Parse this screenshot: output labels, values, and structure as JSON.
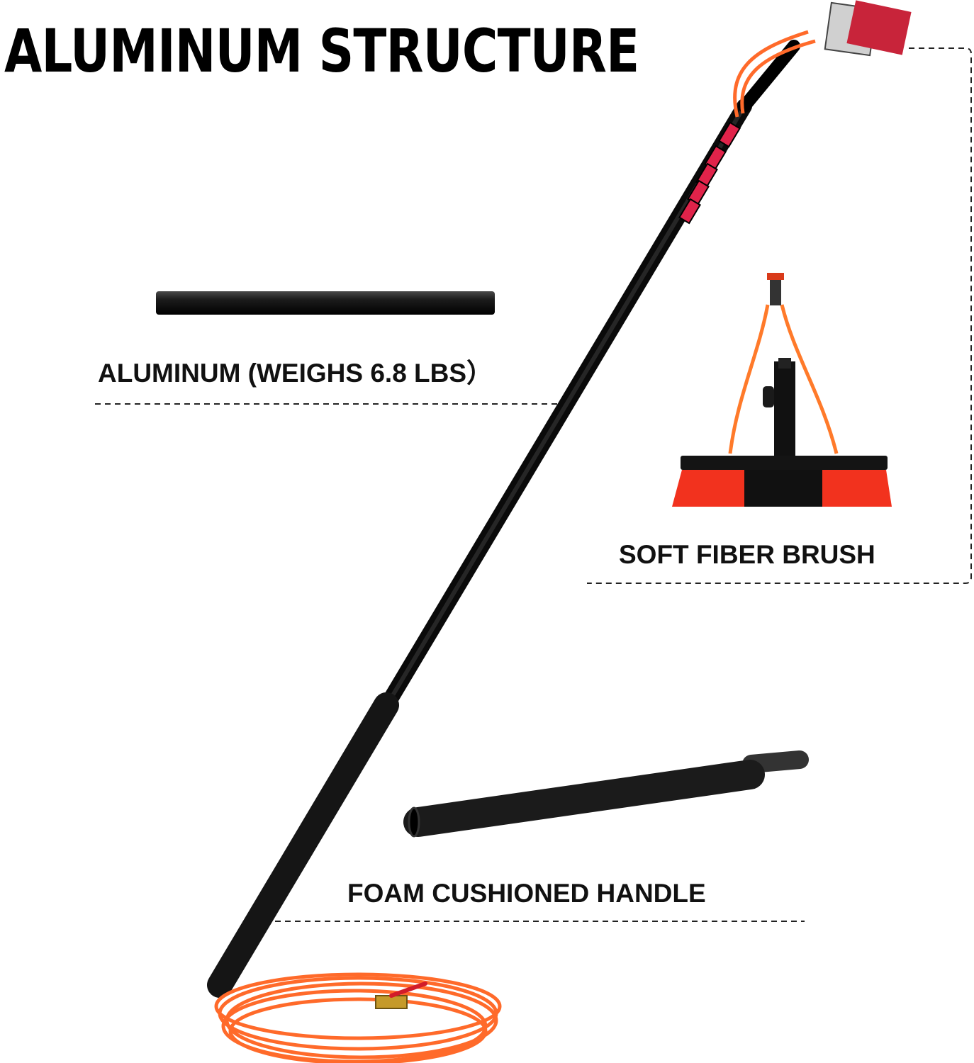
{
  "title": "ALUMINUM STRUCTURE",
  "labels": {
    "aluminum": "ALUMINUM (WEIGHS 6.8 LBS）",
    "brush": "SOFT FIBER BRUSH",
    "handle": "FOAM CUSHIONED HANDLE"
  },
  "colors": {
    "pole": "#141414",
    "accent_red": "#e0234a",
    "hose_orange": "#ff6a2a",
    "bristle_red": "#f2321e"
  }
}
